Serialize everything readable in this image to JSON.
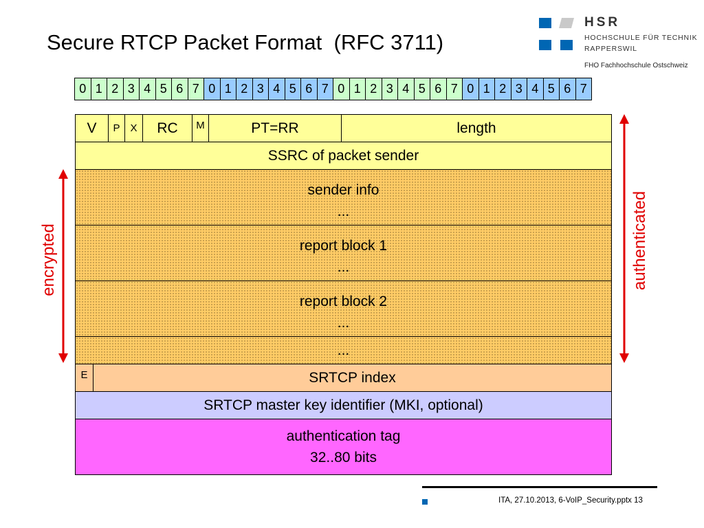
{
  "slide": {
    "title": "Secure RTCP Packet Format  (RFC 3711)",
    "footer": "ITA, 27.10.2013, 6-VoIP_Security.pptx 13"
  },
  "logo": {
    "name": "HSR",
    "line1": "HOCHSCHULE FÜR TECHNIK",
    "line2": "RAPPERSWIL",
    "line3": "FHO Fachhochschule Ostschweiz"
  },
  "bit_ruler": {
    "octets": [
      {
        "color": "green",
        "bits": [
          "0",
          "1",
          "2",
          "3",
          "4",
          "5",
          "6",
          "7"
        ]
      },
      {
        "color": "blue",
        "bits": [
          "0",
          "1",
          "2",
          "3",
          "4",
          "5",
          "6",
          "7"
        ]
      },
      {
        "color": "green",
        "bits": [
          "0",
          "1",
          "2",
          "3",
          "4",
          "5",
          "6",
          "7"
        ]
      },
      {
        "color": "blue",
        "bits": [
          "0",
          "1",
          "2",
          "3",
          "4",
          "5",
          "6",
          "7"
        ]
      }
    ]
  },
  "packet": {
    "header": {
      "v": "V",
      "p": "P",
      "x": "X",
      "rc": "RC",
      "m": "M",
      "pt": "PT=RR",
      "length": "length"
    },
    "ssrc": "SSRC of packet sender",
    "sender_info": {
      "label": "sender info",
      "ellipsis": "..."
    },
    "report_block_1": {
      "label": "report block 1",
      "ellipsis": "..."
    },
    "report_block_2": {
      "label": "report block 2",
      "ellipsis": "..."
    },
    "more": "...",
    "srtcp_e": "E",
    "srtcp_index": "SRTCP index",
    "mki": "SRTCP master key identifier (MKI, optional)",
    "auth_tag": {
      "line1": "authentication tag",
      "line2": "32..80 bits"
    }
  },
  "annotations": {
    "encrypted": "encrypted",
    "authenticated": "authenticated"
  },
  "colors": {
    "ruler_green": "#ccffcc",
    "ruler_blue": "#99ccff",
    "header_yellow": "#ffff99",
    "encrypted_orange": "#ffcc66",
    "index_peach": "#ffcc99",
    "mki_lavender": "#ccccff",
    "auth_magenta": "#ff66ff",
    "arrow_red": "#e00000",
    "logo_blue": "#0066b3"
  }
}
